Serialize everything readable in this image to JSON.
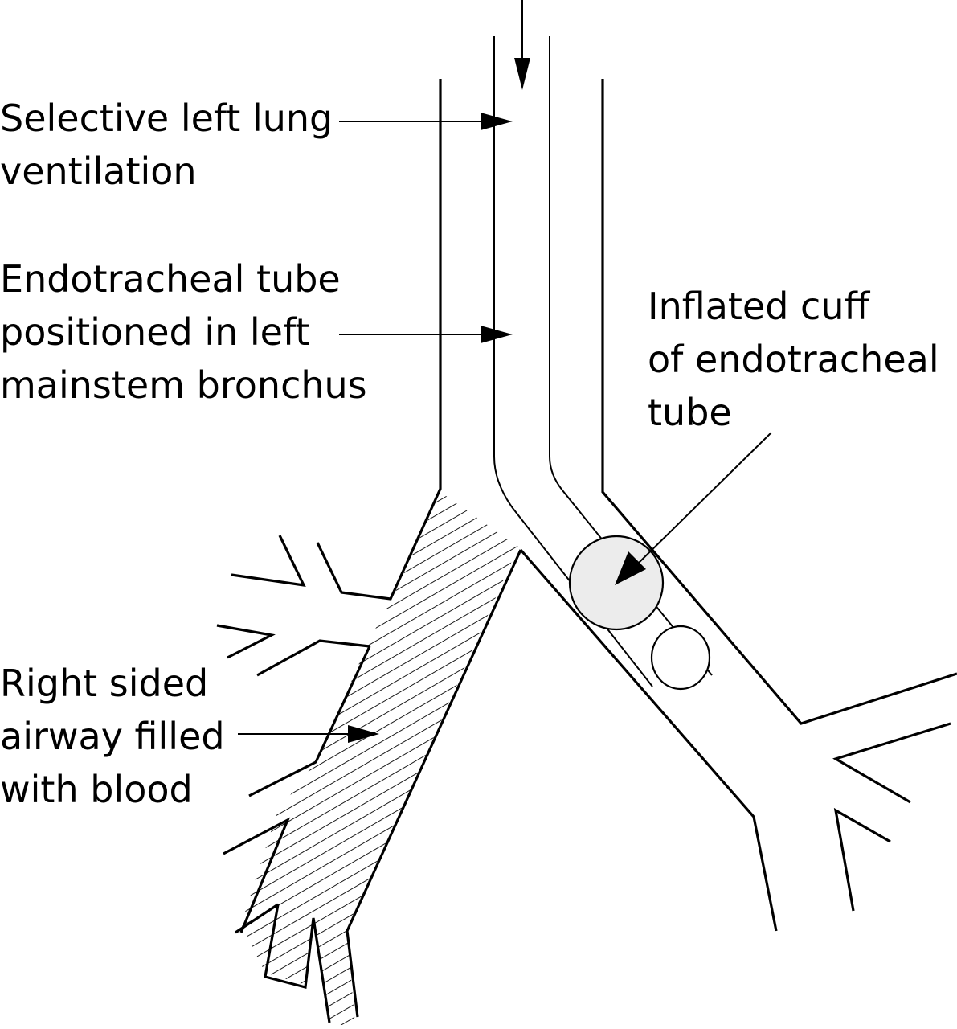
{
  "labels": {
    "selective": [
      "Selective left lung",
      "ventilation"
    ],
    "tube": [
      "Endotracheal tube",
      "positioned in left",
      "mainstem bronchus"
    ],
    "cuff": [
      "Inflated cuff",
      "of endotracheal",
      "tube"
    ],
    "blood": [
      "Right sided",
      "airway filled",
      "with blood"
    ]
  },
  "colors": {
    "line": "#000000",
    "cuff_fill": "#ececec",
    "background": "#ffffff"
  }
}
